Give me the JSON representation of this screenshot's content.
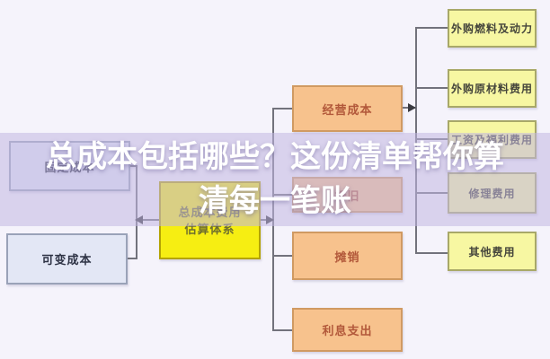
{
  "title": {
    "line1": "总成本包括哪些？这份清单帮你算",
    "line2": "清每一笔账"
  },
  "nodes": {
    "fixed_cost": "固定成本",
    "variable_cost": "可变成本",
    "center_line1": "总成本费用",
    "center_line2": "估算体系",
    "operating_cost": "经营成本",
    "depreciation": "折旧",
    "amortization": "摊销",
    "interest_expense": "利息支出",
    "fuel_power": "外购燃料及动力",
    "raw_materials": "外购原材料费用",
    "wages_welfare": "工资及福利费用",
    "repair_cost": "修理费用",
    "other_cost": "其他费用"
  },
  "colors": {
    "page_background": "#f5f3fb",
    "overlay_band": "rgba(193,183,226,0.55)",
    "title_text": "#ffffff",
    "left_box_fill": "#e3e7f5",
    "left_box_border": "#9aa2b8",
    "center_box_fill": "#f6ee12",
    "center_box_border": "#b3a303",
    "mid_box_fill": "#f7c28d",
    "mid_box_border": "#d09a62",
    "right_box_fill": "#f7f7a2",
    "right_box_border": "#a8a868",
    "connector_line": "#72727c"
  }
}
